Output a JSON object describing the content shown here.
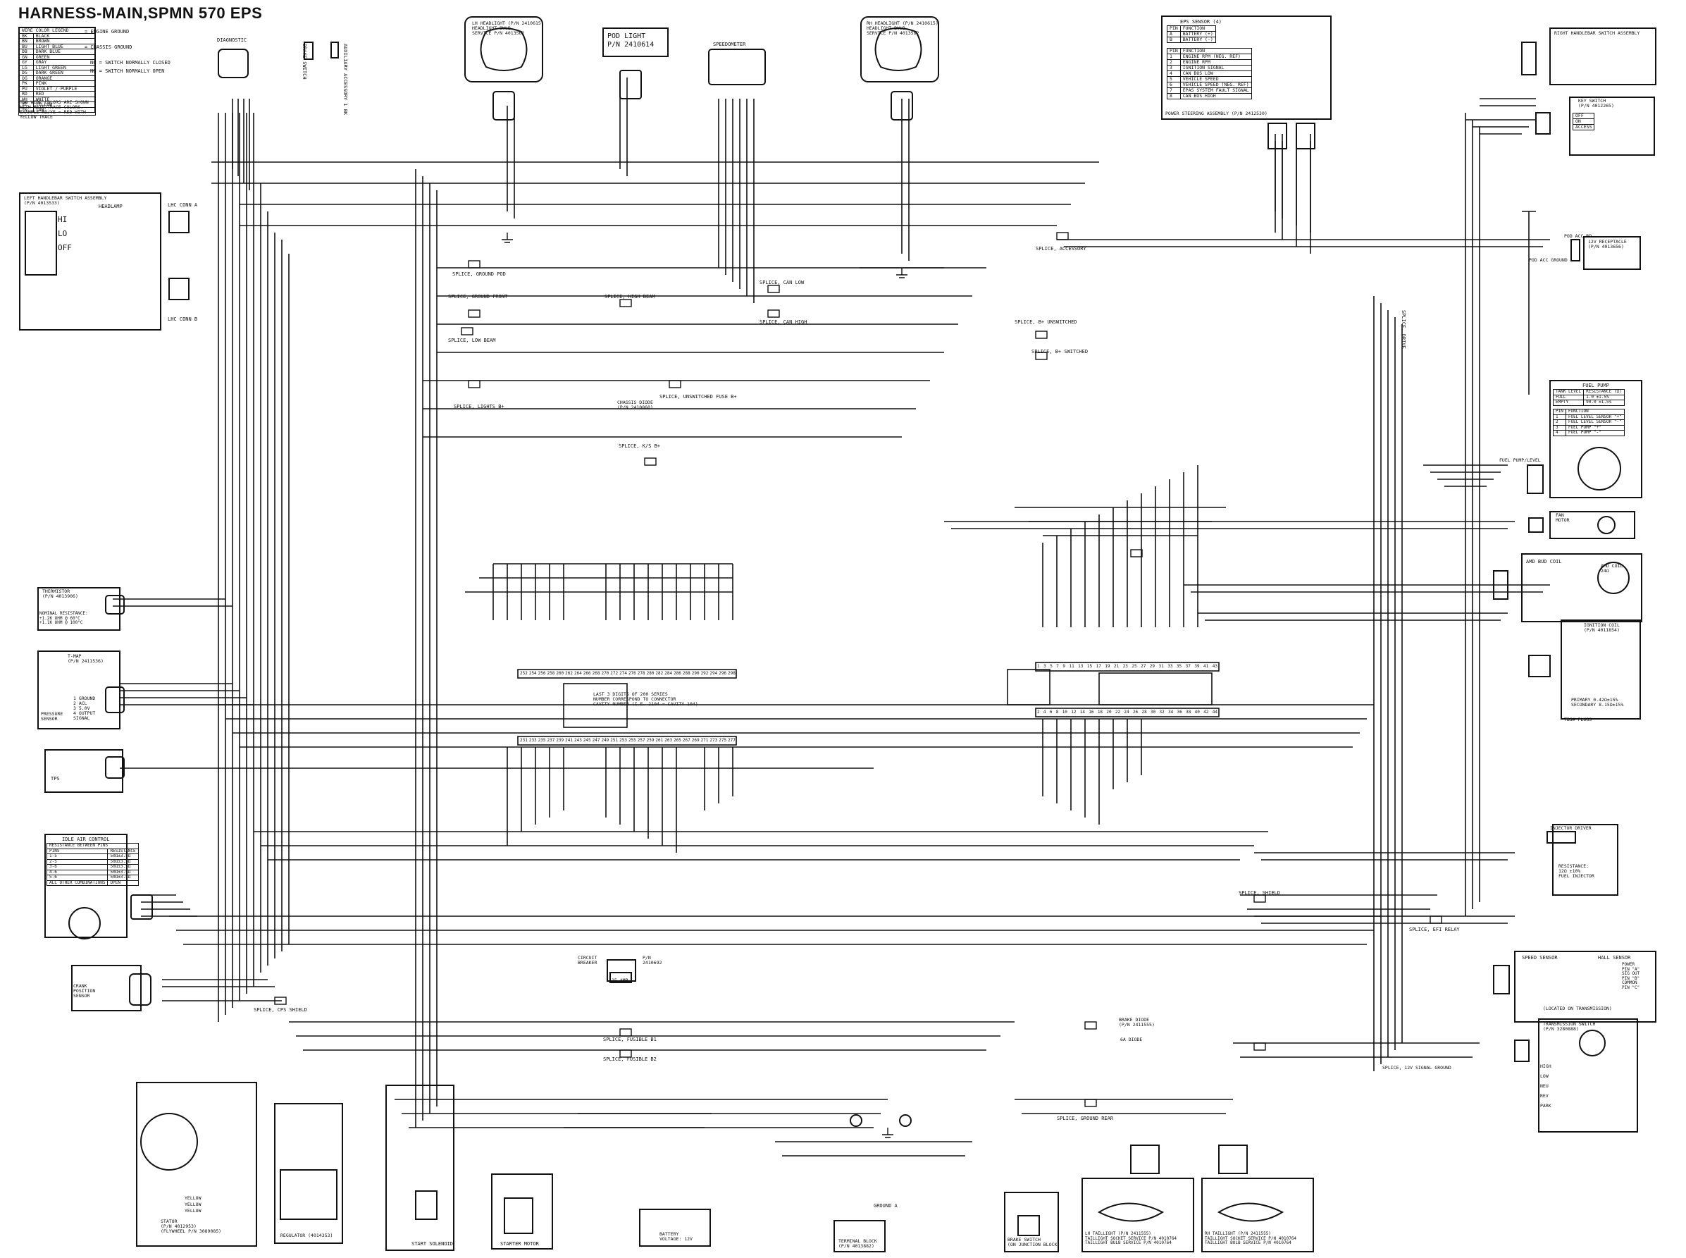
{
  "title": "HARNESS-MAIN,SPMN 570 EPS",
  "legend": {
    "header": [
      "WIRE COLOR LEGEND"
    ],
    "rows": [
      [
        "BK",
        "BLACK"
      ],
      [
        "BN",
        "BROWN"
      ],
      [
        "BU",
        "LIGHT BLUE"
      ],
      [
        "DB",
        "DARK BLUE"
      ],
      [
        "GN",
        "GREEN"
      ],
      [
        "GY",
        "GRAY"
      ],
      [
        "LG",
        "LIGHT GREEN"
      ],
      [
        "DG",
        "DARK GREEN"
      ],
      [
        "OG",
        "ORANGE"
      ],
      [
        "PK",
        "PINK"
      ],
      [
        "PU",
        "VIOLET / PURPLE"
      ],
      [
        "RD",
        "RED"
      ],
      [
        "WH",
        "WHITE"
      ],
      [
        "YE",
        "YELLOW"
      ],
      [
        "TN",
        "TAN"
      ]
    ],
    "note": "TWO WIRE COLORS ARE SHOWN\nWITH MAIN/TRACE COLORS.\nEXAMPLE RD/YE = RED WITH\nYELLOW TRACE"
  },
  "symbols": {
    "engine_ground": "= ENGINE GROUND",
    "chassis_ground": "= CHASSIS GROUND",
    "nc": "NC = SWITCH NORMALLY CLOSED",
    "no": "NO = SWITCH NORMALLY OPEN"
  },
  "components": {
    "diagnostic": "DIAGNOSTIC",
    "brake_switch_top": "BRAKE SWITCH",
    "aux_accessory": "AUXILIARY ACCESSORY 1 BK",
    "lh_headlight": "LH HEADLIGHT (P/N 2410615)\nHEADLIGHT BULB\nSERVICE P/N 4013562",
    "pod_light": "POD LIGHT\nP/N 2410614",
    "speedometer": "SPEEDOMETER",
    "rh_headlight": "RH HEADLIGHT (P/N 2410615)\nHEADLIGHT BULB\nSERVICE P/N 4013562",
    "eps_title": "EPS SENSOR (4)",
    "eps_table": [
      [
        "PIN",
        "FUNCTION"
      ],
      [
        "A",
        "BATTERY (+)"
      ],
      [
        "B",
        "BATTERY (-)"
      ]
    ],
    "eps_sensor_table": [
      [
        "PIN",
        "FUNCTION"
      ],
      [
        "1",
        "ENGINE RPM (NEG. REF)"
      ],
      [
        "2",
        "ENGINE RPM"
      ],
      [
        "3",
        "IGNITION SIGNAL"
      ],
      [
        "4",
        "CAN BUS LOW"
      ],
      [
        "5",
        "VEHICLE SPEED"
      ],
      [
        "6",
        "VEHICLE SPEED (NEG. REF)"
      ],
      [
        "7",
        "EPAS SYSTEM FAULT SIGNAL"
      ],
      [
        "8",
        "CAN BUS HIGH"
      ]
    ],
    "power_steering": "POWER STEERING ASSEMBLY (P/N 2412530)",
    "right_handlebar": "RIGHT HANDLEBAR SWITCH ASSEMBLY",
    "key_switch": "KEY SWITCH\n(P/N 4012265)",
    "key_table": [
      [
        "OFF"
      ],
      [
        "ON"
      ],
      [
        "ACCESS"
      ]
    ],
    "left_handlebar": "LEFT HANDLEBAR SWITCH ASSEMBLY\n(P/N 4013533)",
    "headlamp": "HEADLAMP",
    "hi": "HI",
    "lo": "LO",
    "off": "OFF",
    "lhc_conn_a": "LHC CONN A",
    "lhc_conn_b": "LHC CONN B",
    "splice_ground_pod": "SPLICE, GROUND POD",
    "splice_ground_front": "SPLICE, GROUND FRONT",
    "splice_high_beam": "SPLICE, HIGH BEAM",
    "splice_can_low": "SPLICE, CAN LOW",
    "splice_can_high": "SPLICE, CAN HIGH",
    "splice_low_beam": "SPLICE, LOW BEAM",
    "splice_accessory": "SPLICE, ACCESSORY",
    "pod_acc_rd": "POD ACC RD",
    "pod_acc_ground": "POD ACC GROUND",
    "rcpt_12v": "12V RECEPTACLE\n(P/N 4013656)",
    "splice_bplus_unswitched": "SPLICE, B+ UNSWITCHED",
    "splice_bplus_switched": "SPLICE, B+ SWITCHED",
    "splice_drive": "SPLICE, DRIVE",
    "splice_lights": "SPLICE, LIGHTS B+",
    "splice_unswitched_fuse": "SPLICE, UNSWITCHED FUSE B+",
    "chassis_diode": "CHASSIS DIODE\n(P/N 2410860)",
    "splice_kc": "SPLICE, K/S B+",
    "fuel_pump": "FUEL PUMP",
    "fuel_level_table": [
      [
        "TANK LEVEL",
        "RESISTANCE (Ω)"
      ],
      [
        "FULL",
        "1.0 ±1.5%"
      ],
      [
        "EMPTY",
        "90.0 ±1.5%"
      ]
    ],
    "fuel_pin_table": [
      [
        "PIN",
        "FUNCTION"
      ],
      [
        "1",
        "FUEL LEVEL SENSOR \"+\""
      ],
      [
        "2",
        "FUEL LEVEL SENSOR \"-\""
      ],
      [
        "3",
        "FUEL PUMP \"+\""
      ],
      [
        "4",
        "FUEL PUMP \"-\""
      ]
    ],
    "fuel_pump_level": "FUEL PUMP/LEVEL",
    "fan_motor": "FAN\nMOTOR",
    "amd_bud_coil": "AMD BUD COIL",
    "amd_coil": "AMD COIL\n24Ω",
    "ignition_coil": "IGNITION COIL\n(P/N 4011854)",
    "primary_secondary": "PRIMARY 0.42Ω±15%\nSECONDARY 8.15Ω±15%",
    "tbs_plugs": "TBS# PLUGS",
    "thermistor": "THERMISTOR\n(P/N 4013906)",
    "nominal_res": "NOMINAL RESISTANCE:\n+1.2K OHM @ 60°C\n+1.1K OHM @ 100°C",
    "tmap": "T-MAP\n(P/N 2411536)",
    "tmap_pins": "1 GROUND\n2 ACL\n3 5.0V\n4 OUTPUT\nSIGNAL",
    "pressure_sensor": "PRESSURE\nSENSOR",
    "tps": "TPS",
    "ecu_note": "LAST 3 DIGITS OF 200 SERIES\nNUMBER CORRESPOND TO CONNECTOR\nCAVITY NUMBER (I.E. 2104 = CAVITY 104)",
    "idle_air": "IDLE AIR CONTROL",
    "idle_table": [
      [
        "RESISTANCE BETWEEN PINS"
      ],
      [
        "PINS",
        "RESISTANCE"
      ],
      [
        "1-5",
        "50Ω±3.5Ω"
      ],
      [
        "2-5",
        "50Ω±3.5Ω"
      ],
      [
        "3-6",
        "50Ω±3.5Ω"
      ],
      [
        "4-6",
        "50Ω±3.5Ω"
      ],
      [
        "5-6",
        "50Ω±3.5Ω"
      ],
      [
        "ALL OTHER COMBINATIONS",
        "OPEN"
      ]
    ],
    "injector_driver": "INJECTOR DRIVER",
    "injector_res": "RESISTANCE:\n12Ω ±10%\nFUEL INJECTOR",
    "splice_shield": "SPLICE, SHIELD",
    "splice_efi_relay": "SPLICE, EFI RELAY",
    "circuit_breaker": "CIRCUIT\nBREAKER",
    "breaker_pn": "P/N\n2410692",
    "amp_15": "15 AMP",
    "crank_sensor": "CRANK\nPOSITION\nSENSOR",
    "splice_cps_shield": "SPLICE, CPS SHIELD",
    "speed_sensor": "SPEED SENSOR",
    "hall_sensor": "HALL SENSOR",
    "speed_pins": "POWER\nPIN \"A\"\nSIG OUT\nPIN \"B\"\nCOMMON\nPIN \"C\"",
    "located_trans": "(LOCATED ON TRANSMISSION)",
    "splice_fusible1": "SPLICE, FUSIBLE B1",
    "splice_fusible2": "SPLICE, FUSIBLE B2",
    "brake_diode": "BRAKE DIODE\n(P/N 2411555)",
    "diode_6a": "6A DIODE",
    "splice_12v_ground": "SPLICE, 12V SIGNAL GROUND",
    "transmission_switch": "TRANSMISSION SWITCH\n(P/N 3280888)",
    "trans_positions": "HIGH\nLOW\nNEU\nREV\nPARK",
    "splice_ground_rear": "SPLICE, GROUND REAR",
    "stator": "STATOR\n(P/N 4012953)\n(FLYWHEEL P/N 3089085)",
    "stator_wires": "YELLOW\nYELLOW\nYELLOW",
    "regulator": "REGULATOR (4014353)",
    "start_solenoid": "START SOLENOID",
    "starter_motor": "STARTER MOTOR",
    "battery": "BATTERY\nVOLTAGE: 12V",
    "terminal_block": "TERMINAL BLOCK\n(P/N 4013882)",
    "ground_a": "GROUND A",
    "brake_switch": "BRAKE SWITCH\n(ON JUNCTION BLOCK)",
    "lh_taillight": "LH TAILLIGHT (P/N 2411555)\nTAILLIGHT SOCKET SERVICE P/N 4010764\nTAILLIGHT BULB SERVICE P/N 4010764",
    "rh_taillight": "RH TAILLIGHT (P/N 2411555)\nTAILLIGHT SOCKET SERVICE P/N 4010764\nTAILLIGHT BULB SERVICE P/N 4010764"
  },
  "ecu_pins_top_left": [
    "252",
    "254",
    "256",
    "258",
    "260",
    "262",
    "264",
    "266",
    "268",
    "270",
    "272",
    "274",
    "276",
    "278",
    "280",
    "282",
    "284",
    "286",
    "288",
    "290",
    "292",
    "294",
    "296",
    "298"
  ],
  "ecu_pins_bot_left": [
    "231",
    "233",
    "235",
    "237",
    "239",
    "241",
    "243",
    "245",
    "247",
    "249",
    "251",
    "253",
    "255",
    "257",
    "259",
    "261",
    "263",
    "265",
    "267",
    "269",
    "271",
    "273",
    "275",
    "277"
  ],
  "ecu_pins_top_right": [
    "1",
    "3",
    "5",
    "7",
    "9",
    "11",
    "13",
    "15",
    "17",
    "19",
    "21",
    "23",
    "25",
    "27",
    "29",
    "31",
    "33",
    "35",
    "37",
    "39",
    "41",
    "43"
  ],
  "ecu_pins_bot_right": [
    "2",
    "4",
    "6",
    "8",
    "10",
    "12",
    "14",
    "16",
    "18",
    "20",
    "22",
    "24",
    "26",
    "28",
    "30",
    "32",
    "34",
    "36",
    "38",
    "40",
    "42",
    "44"
  ],
  "colors": {
    "line": "#111111",
    "background": "#ffffff"
  }
}
